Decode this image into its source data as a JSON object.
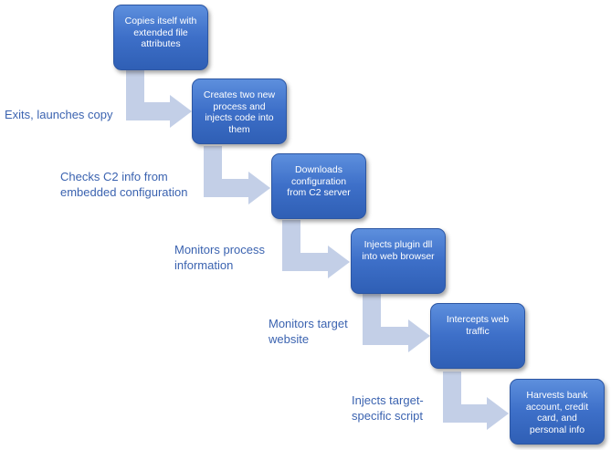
{
  "steps": [
    "Copies itself with\nextended file\nattributes",
    "Creates two new\nprocess and\ninjects code into\nthem",
    "Downloads\nconfiguration\nfrom C2 server",
    "Injects plugin dll\ninto web browser",
    "Intercepts web\ntraffic",
    "Harvests bank\naccount, credit\ncard, and\npersonal info"
  ],
  "notes": [
    "Exits, launches copy",
    "Checks C2 info from\nembedded configuration",
    "Monitors process\ninformation",
    "Monitors target\nwebsite",
    "Injects target-\nspecific script"
  ]
}
